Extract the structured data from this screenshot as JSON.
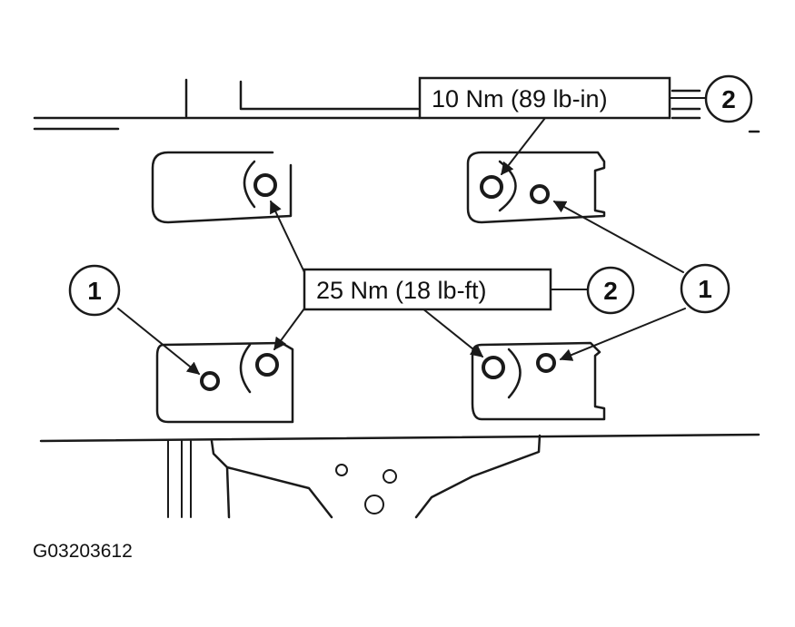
{
  "callouts": {
    "top_torque": "10 Nm (89 lb-in)",
    "mid_torque": "25 Nm (18 lb-ft)"
  },
  "item_numbers": {
    "top_right": "2",
    "mid_right": "2",
    "left": "1",
    "right": "1"
  },
  "figure_id": "G03203612"
}
